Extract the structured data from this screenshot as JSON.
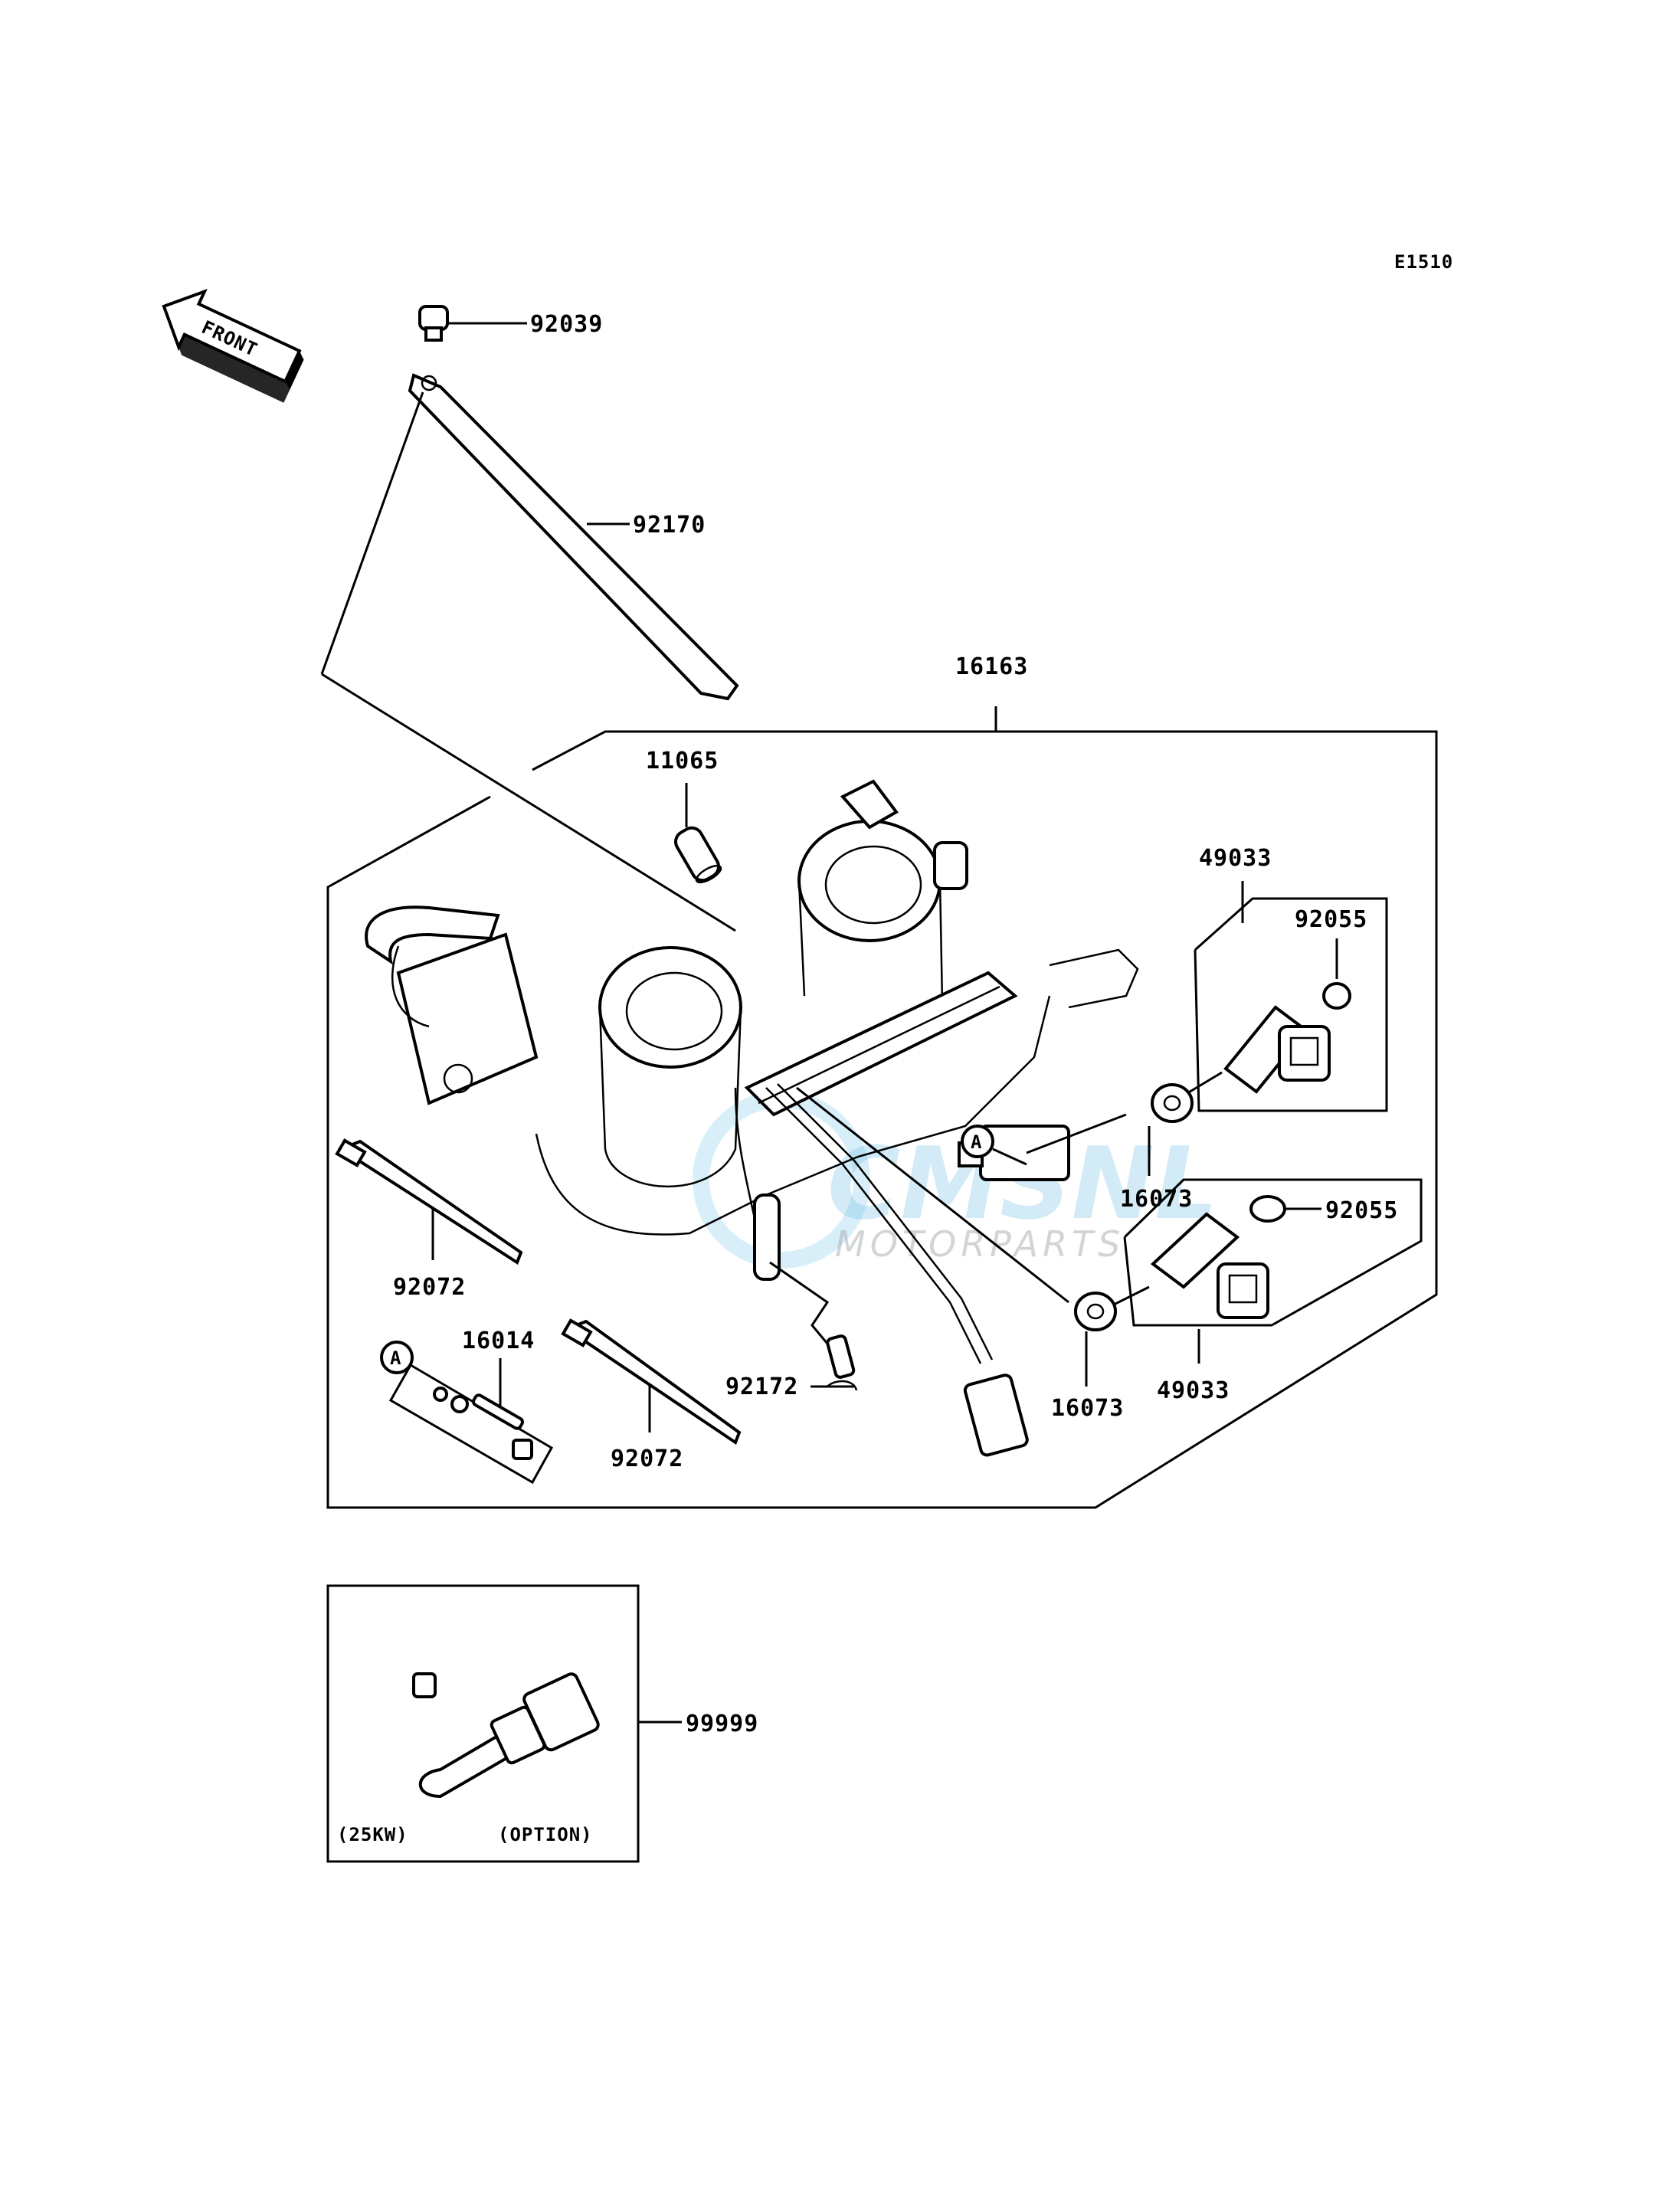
{
  "diagram_code": "E1510",
  "front_label": "FRONT",
  "parts": {
    "p92039": "92039",
    "p92170": "92170",
    "p16163": "16163",
    "p11065": "11065",
    "p49033_top": "49033",
    "p92055_top": "92055",
    "p16073_top": "16073",
    "p92055_bottom": "92055",
    "p92072_left": "92072",
    "p16014": "16014",
    "p92072_mid": "92072",
    "p92172": "92172",
    "p16073_bottom": "16073",
    "p49033_bottom": "49033",
    "p99999": "99999"
  },
  "callouts": {
    "a_main": "A",
    "a_detail": "A"
  },
  "option_box": {
    "left_note": "(25KW)",
    "right_note": "(OPTION)"
  },
  "watermark": {
    "brand": "CMSNL",
    "sub": "MOTORPARTS"
  }
}
